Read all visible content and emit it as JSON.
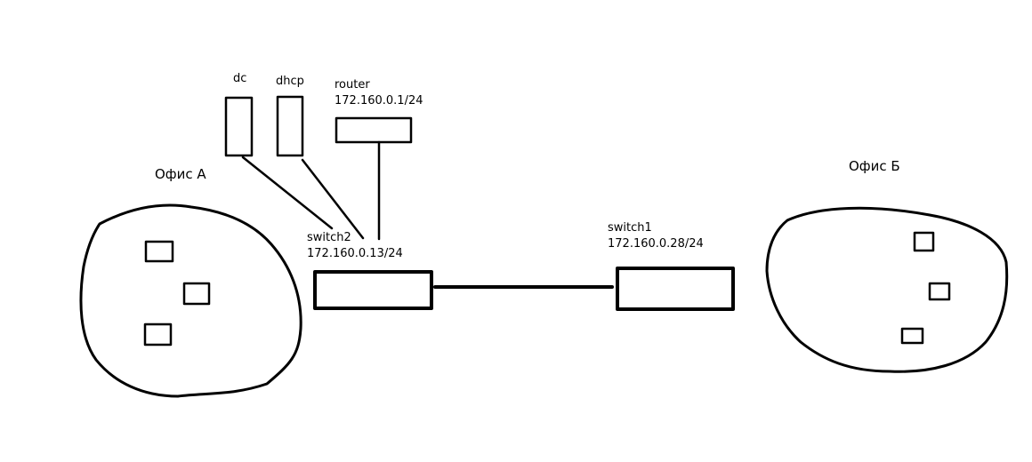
{
  "colors": {
    "ink": "#000000",
    "background": "#ffffff"
  },
  "offices": {
    "a": {
      "label": "Офис А"
    },
    "b": {
      "label": "Офис Б"
    }
  },
  "devices": {
    "dc": {
      "label": "dc"
    },
    "dhcp": {
      "label": "dhcp"
    },
    "router": {
      "name": "router",
      "ip": "172.160.0.1/24"
    },
    "switch2": {
      "name": "switch2",
      "ip": "172.160.0.13/24"
    },
    "switch1": {
      "name": "switch1",
      "ip": "172.160.0.28/24"
    }
  }
}
